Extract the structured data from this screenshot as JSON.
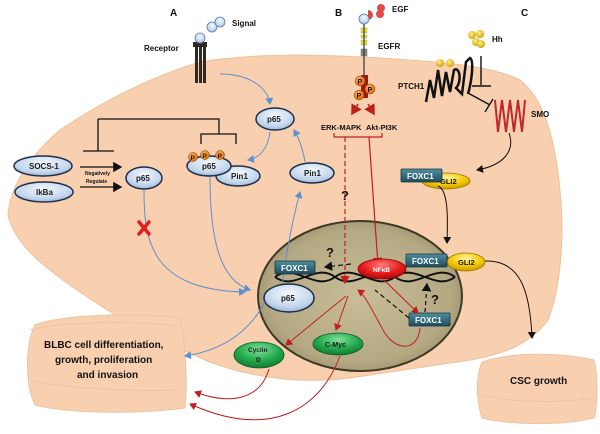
{
  "panels": {
    "a": "A",
    "b": "B",
    "c": "C"
  },
  "ligands": {
    "signal": "Signal",
    "receptor": "Receptor",
    "egf": "EGF",
    "egfr": "EGFR",
    "hh": "Hh",
    "ptch1": "PTCH1",
    "smo": "SMO"
  },
  "pathways": {
    "erk": "ERK-MAPK",
    "akt": "Akt-PI3K"
  },
  "proteins": {
    "socs1": "SOCS-1",
    "ikba": "IkBa",
    "p65": "p65",
    "pin1": "Pin1",
    "foxc1": "FOXC1",
    "gli2": "GLI2",
    "nfkb": "NFκB",
    "cyclin_d_line1": "Cyclin",
    "cyclin_d_line2": "D",
    "cmyc": "C-Myc",
    "phospho": "P"
  },
  "annotations": {
    "negatively": "Negatively",
    "regulate": "Regulate",
    "question": "?"
  },
  "outcomes": {
    "blbc_line1": "BLBC cell differentiation,",
    "blbc_line2": "growth, proliferation",
    "blbc_line3": "and invasion",
    "csc": "CSC growth"
  },
  "colors": {
    "cytoplasm": "#f8d0b0",
    "nucleus": "#b8ad8a",
    "blue_arrow": "#5b8fd0",
    "red_arrow": "#c0201d",
    "foxc1_box": "#2b6173",
    "gli2": "#f2c200",
    "nfkb": "#e8191b",
    "green_prot": "#1fa54a",
    "phospho": "#f07d14",
    "smo": "#c0272d"
  }
}
